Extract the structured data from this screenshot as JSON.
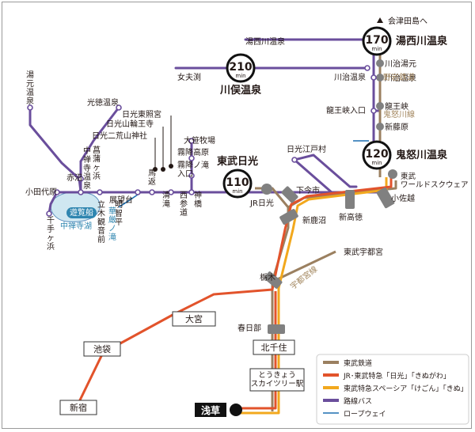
{
  "colors": {
    "tobu": "#9b8060",
    "jr": "#e2532b",
    "spacia": "#f2a81d",
    "bus": "#6a4e9c",
    "ropeway": "#1d6fb0",
    "lake": "#cfe7f1",
    "station": "#808080",
    "text": "#231815",
    "lake_text": "#2f86b0"
  },
  "icons": {
    "up_arrow": "triangle-up-icon"
  },
  "onsen_badges": [
    {
      "minutes": "170",
      "unit": "min",
      "name": "湯西川温泉"
    },
    {
      "minutes": "210",
      "unit": "min",
      "name": "川俣温泉"
    },
    {
      "minutes": "120",
      "unit": "min",
      "name": "鬼怒川温泉"
    },
    {
      "minutes": "110",
      "unit": "min",
      "name": "東武日光"
    }
  ],
  "terminal": {
    "name": "浅草"
  },
  "boxed_stations": [
    {
      "name": "大宮"
    },
    {
      "name": "池袋"
    },
    {
      "name": "新宿"
    },
    {
      "name": "北千住"
    },
    {
      "name": "とうきょう\nスカイツリー駅"
    }
  ],
  "labels": {
    "to_aizu": "会津田島へ",
    "yunishigawa_bus": "湯西川温泉",
    "kawaji_yumoto": "川治湯元",
    "kawaji_onsen": "川治温泉",
    "kawaji_onsen_bus": "川治温泉",
    "ryuokyo_iriguchi": "龍王峡入口",
    "ryuokyo": "龍王峡",
    "shin_fujiwara": "新藤原",
    "kinugawa_ryokan": "鬼怒川温泉",
    "onyoku_line": "野岩鉄道",
    "kinu_line": "鬼怒川線",
    "meoto": "女夫渕",
    "yumoto_onsen": "湯元温泉",
    "kotoku_onsen": "光徳温泉",
    "akanuma": "赤沼",
    "odashirogahara": "小田代原",
    "senjugahama": "千手ヶ浜",
    "chuzenjiko_onsen": "中禅寺温泉",
    "shobugahama": "菖蒲ヶ浜",
    "tachiki_kannon": "立木観音前",
    "tenbodai": "展望台",
    "meichidaira": "明智平",
    "kegon_falls": "華厳ノ滝",
    "umagaeshi": "馬返",
    "kiyotaki": "清滝",
    "nishisando": "西参道",
    "shinkyo": "神橋",
    "nikko_toshogu": "日光東照宮",
    "rinnoji": "日光山輪王寺",
    "futarasan": "日光二荒山神社",
    "osasamaki": "大笹牧場",
    "kirifuri_kogen": "霧降高原",
    "kirifuri_taki": "霧降ノ滝\n入口",
    "jr_nikko": "JR日光",
    "shimoimaichi": "下今市",
    "shin_takatoku": "新高徳",
    "nikko_edomura": "日光江戸村",
    "tobu_world_square": "東武\nワールドスクウェア",
    "kosagoe": "小佐越",
    "shin_kanuma": "新鹿沼",
    "tobu_utsunomiya": "東武宇都宮",
    "utsunomiya_line": "宇都宮線",
    "tochigi": "栃木",
    "kasukabe": "春日部",
    "pleasure_boat": "遊覧船",
    "chuzenji_lake": "中禅寺湖"
  },
  "legend": [
    {
      "label": "東武鉄道",
      "color_key": "tobu"
    },
    {
      "label": "JR･東武特急「日光」「きぬがわ」",
      "color_key": "jr"
    },
    {
      "label": "東武特急スペーシア「けごん」「きぬ」",
      "color_key": "spacia"
    },
    {
      "label": "路線バス",
      "color_key": "bus"
    },
    {
      "label": "ロープウェイ",
      "color_key": "ropeway"
    }
  ]
}
